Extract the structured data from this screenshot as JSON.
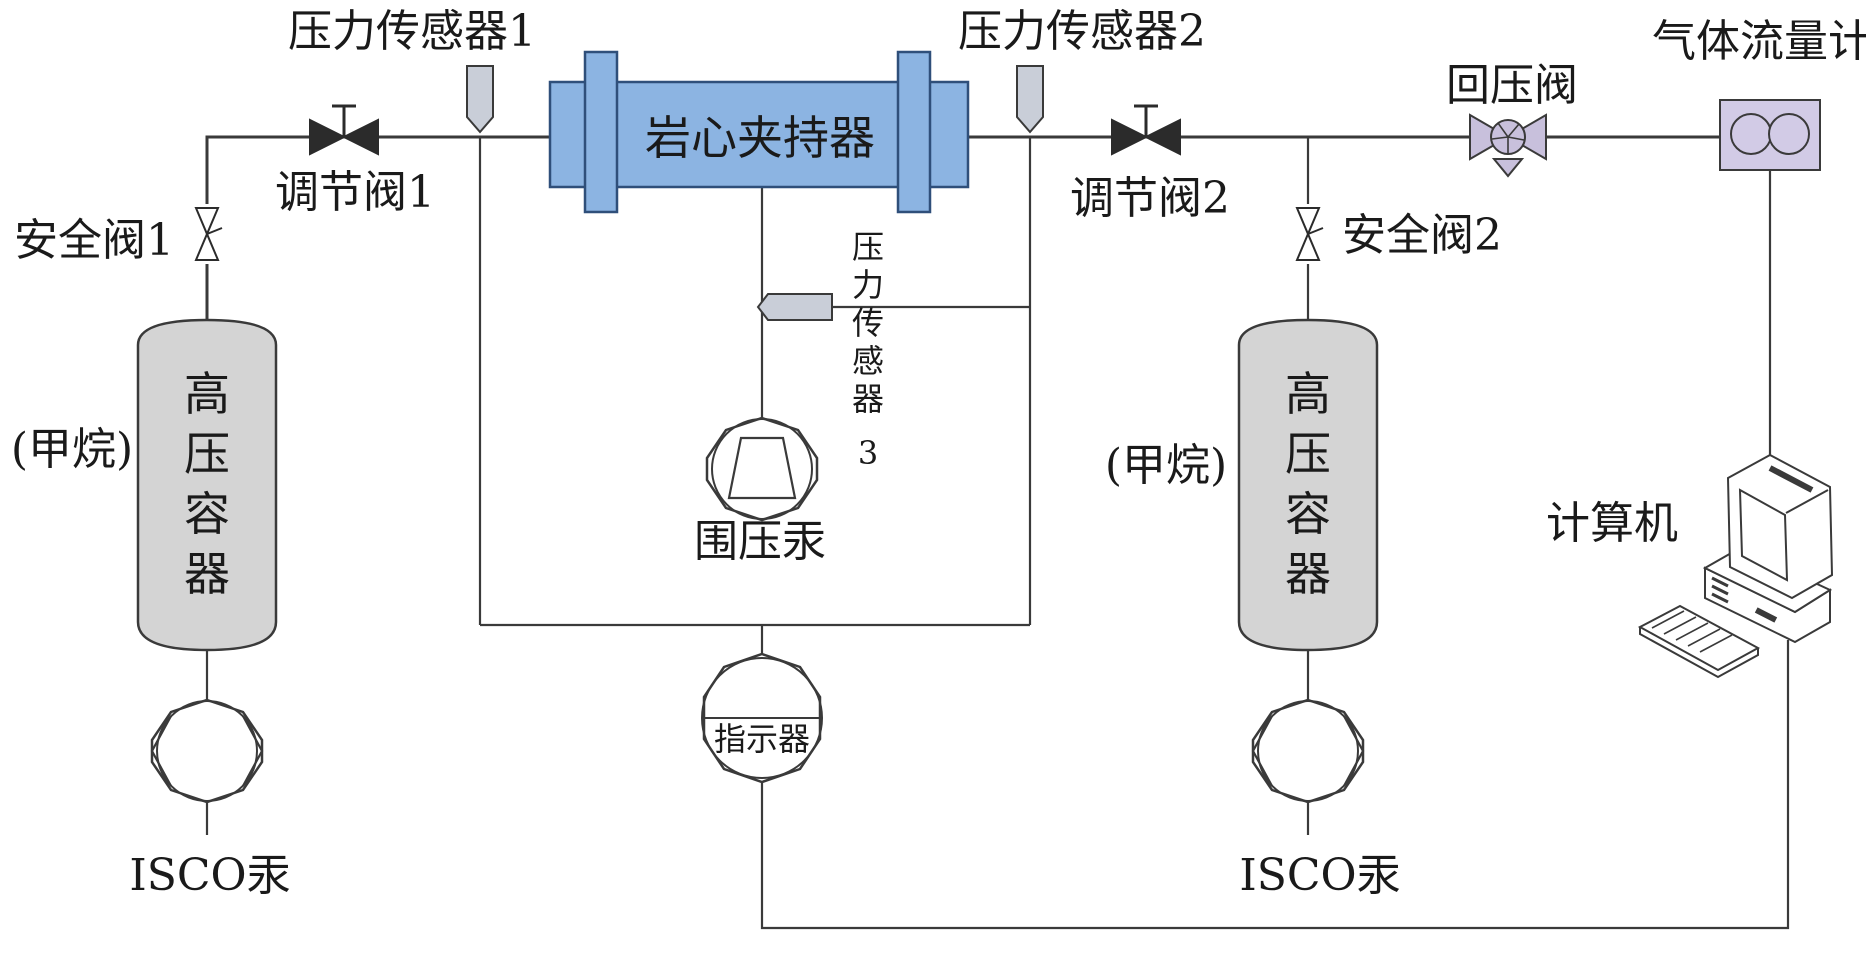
{
  "labels": {
    "pressure_sensor_1": "压力传感器1",
    "pressure_sensor_2": "压力传感器2",
    "pressure_sensor_3": [
      "压",
      "力",
      "传",
      "感",
      "器",
      "3"
    ],
    "core_holder": "岩心夹持器",
    "regulating_valve_1": "调节阀1",
    "regulating_valve_2": "调节阀2",
    "safety_valve_1": "安全阀1",
    "safety_valve_2": "安全阀2",
    "back_pressure_valve": "回压阀",
    "gas_flow_meter": "气体流量计",
    "confining_pump": "围压汞",
    "indicator": "指示器",
    "computer": "计算机",
    "methane_left": "(甲烷)",
    "methane_right": "(甲烷)",
    "vessel_left": [
      "高",
      "压",
      "容",
      "器"
    ],
    "vessel_right": [
      "高",
      "压",
      "容",
      "器"
    ],
    "isco_left": "ISCO汞",
    "isco_right": "ISCO汞"
  },
  "colors": {
    "core_holder_fill": "#8cb4e2",
    "core_holder_stroke": "#2f4f7a",
    "vessel_fill": "#d4d4d4",
    "sensor_fill": "#c9ced8",
    "valve_fill": "#c8c0dc",
    "meter_fill": "#d2cbe6",
    "line": "#3a3a3a"
  }
}
